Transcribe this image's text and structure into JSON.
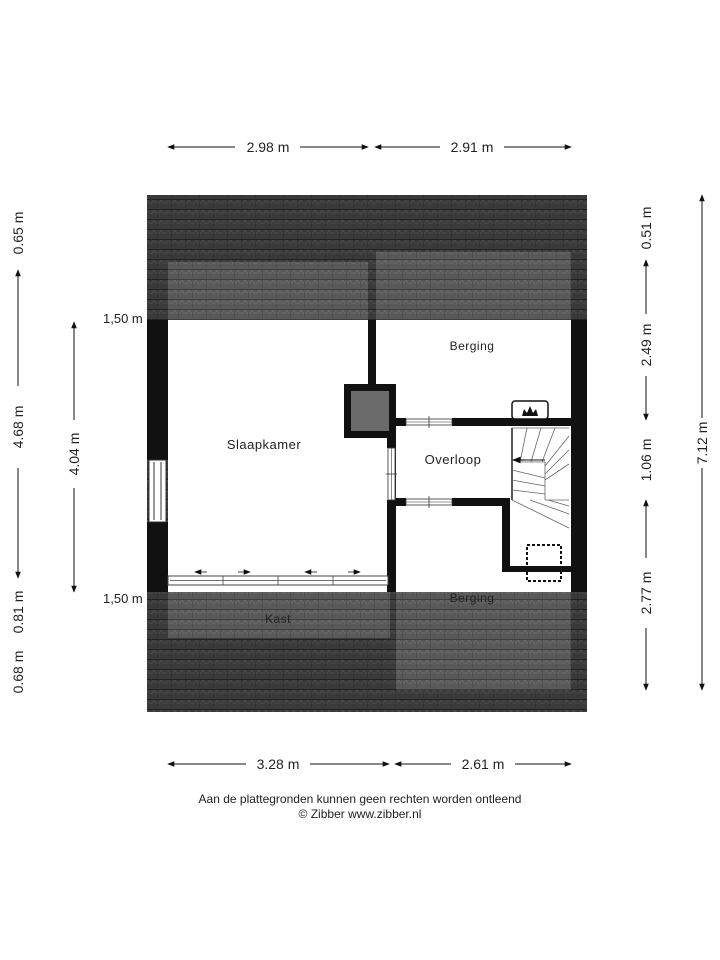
{
  "plan": {
    "rooms": {
      "bedroom": "Slaapkamer",
      "storage_top": "Berging",
      "landing": "Overloop",
      "storage_bottom": "Berging",
      "closet": "Kast"
    },
    "dimensions": {
      "top_left": "2.98 m",
      "top_right": "2.91 m",
      "bottom_left": "3.28 m",
      "bottom_right": "2.61 m",
      "left_top": "0.65 m",
      "left_middle": "4.68 m",
      "left_bottom_a": "0.68 m",
      "left_bottom_b": "0.81 m",
      "left_inner": "4.04 m",
      "right_a": "0.51 m",
      "right_b": "2.49 m",
      "right_c": "1.06 m",
      "right_d": "2.77 m",
      "right_total": "7.12 m"
    },
    "height_marks": {
      "upper": "1,50 m",
      "lower": "1,50 m"
    },
    "colors": {
      "wall": "#111111",
      "roof_tile_dark": "#3c3c3c",
      "roof_tile_light": "#585858",
      "floor": "#ffffff"
    }
  },
  "footer": {
    "disclaimer": "Aan de plattegronden kunnen geen rechten worden ontleend",
    "credit": "© Zibber www.zibber.nl"
  }
}
